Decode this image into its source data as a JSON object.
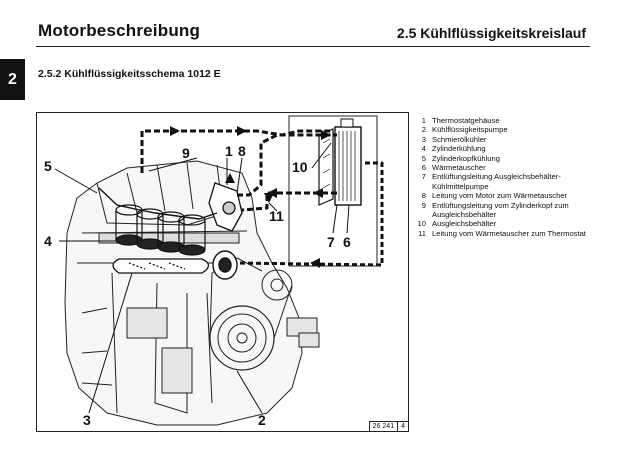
{
  "header": {
    "left_title": "Motorbeschreibung",
    "right_title": "2.5 Kühlflüssigkeitskreislauf"
  },
  "chapter_tab": "2",
  "section_title": "2.5.2  Kühlflüssigkeitsschema 1012 E",
  "figure": {
    "labels": [
      "1",
      "2",
      "3",
      "4",
      "5",
      "6",
      "7",
      "8",
      "9",
      "10",
      "11"
    ],
    "figure_id": "26 241",
    "figure_index": "4"
  },
  "legend": [
    {
      "num": "1",
      "text": "Thermostatgehäuse"
    },
    {
      "num": "2",
      "text": "Kühlflüssigkeitspumpe"
    },
    {
      "num": "3",
      "text": "Schmierölkühler"
    },
    {
      "num": "4",
      "text": "Zylinderkühlung"
    },
    {
      "num": "5",
      "text": "Zylinderkopfkühlung"
    },
    {
      "num": "6",
      "text": "Wärmetauscher"
    },
    {
      "num": "7",
      "text": "Entlüftungsleitung Ausgleichsbehälter-Kühlmittelpumpe"
    },
    {
      "num": "8",
      "text": "Leitung vom Motor zum Wärmetauscher"
    },
    {
      "num": "9",
      "text": "Entlüftungsleitung vom Zylinderkopf zum Ausgleichsbehälter"
    },
    {
      "num": "10",
      "text": "Ausgleichsbehälter"
    },
    {
      "num": "11",
      "text": "Leitung vom Wärmetauscher zum Thermostat"
    }
  ]
}
